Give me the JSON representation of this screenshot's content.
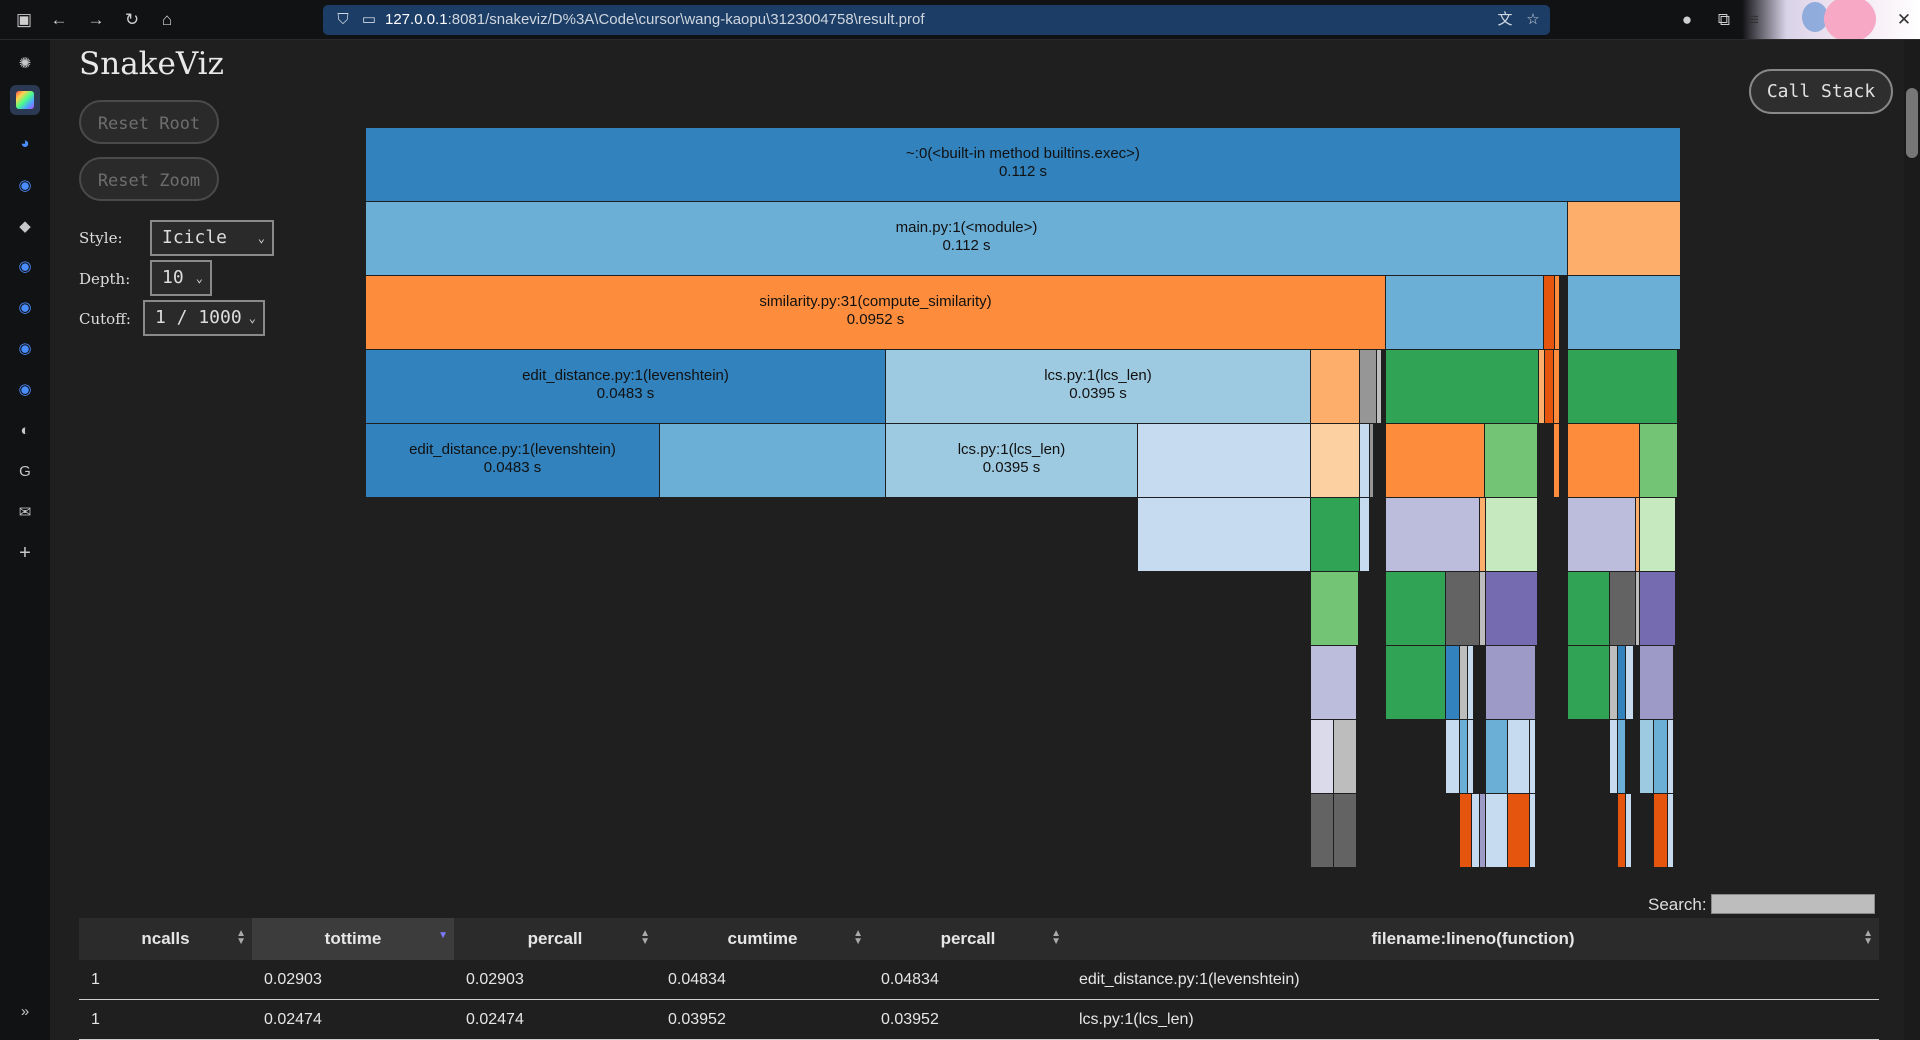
{
  "browser": {
    "url_host": "127.0.0.1",
    "url_rest": ":8081/snakeviz/D%3A\\Code\\cursor\\wang-kaopu\\3123004758\\result.prof"
  },
  "app": {
    "logo": "SnakeViz",
    "reset_root": "Reset Root",
    "reset_zoom": "Reset Zoom",
    "call_stack": "Call Stack",
    "style_label": "Style:",
    "style_value": "Icicle",
    "depth_label": "Depth:",
    "depth_value": "10",
    "cutoff_label": "Cutoff:",
    "cutoff_value": "1 / 1000"
  },
  "colors": {
    "dark_blue": "#3182bd",
    "mid_blue": "#6baed6",
    "light_blue": "#9ecae1",
    "pale_blue": "#c6dbef",
    "orange": "#fd8d3c",
    "light_orange": "#fdae6b",
    "pale_orange": "#fdd0a2",
    "red_orange": "#e6550d",
    "green": "#31a354",
    "light_green": "#74c476",
    "pale_green": "#c7e9c0",
    "purple": "#756bb1",
    "light_purple": "#9e9ac8",
    "pale_purple": "#bcbddc",
    "lavender": "#dadaeb",
    "gray": "#636363",
    "mid_gray": "#969696",
    "light_gray": "#bdbdbd"
  },
  "icicle": {
    "labels": [
      {
        "name": "~:0(<built-in method builtins.exec>)",
        "time": "0.112 s"
      },
      {
        "name": "main.py:1(<module>)",
        "time": "0.112 s"
      },
      {
        "name": "similarity.py:31(compute_similarity)",
        "time": "0.0952 s"
      },
      {
        "name": "edit_distance.py:1(levenshtein)",
        "time": "0.0483 s"
      },
      {
        "name": "lcs.py:1(lcs_len)",
        "time": "0.0395 s"
      },
      {
        "name": "edit_distance.py:1(levenshtein)",
        "time": "0.0483 s"
      },
      {
        "name": "lcs.py:1(lcs_len)",
        "time": "0.0395 s"
      }
    ]
  },
  "table": {
    "search_label": "Search:",
    "headers": [
      "ncalls",
      "tottime",
      "percall",
      "cumtime",
      "percall",
      "filename:lineno(function)"
    ],
    "rows": [
      [
        "1",
        "0.02903",
        "0.02903",
        "0.04834",
        "0.04834",
        "edit_distance.py:1(levenshtein)"
      ],
      [
        "1",
        "0.02474",
        "0.02474",
        "0.03952",
        "0.03952",
        "lcs.py:1(lcs_len)"
      ]
    ]
  }
}
